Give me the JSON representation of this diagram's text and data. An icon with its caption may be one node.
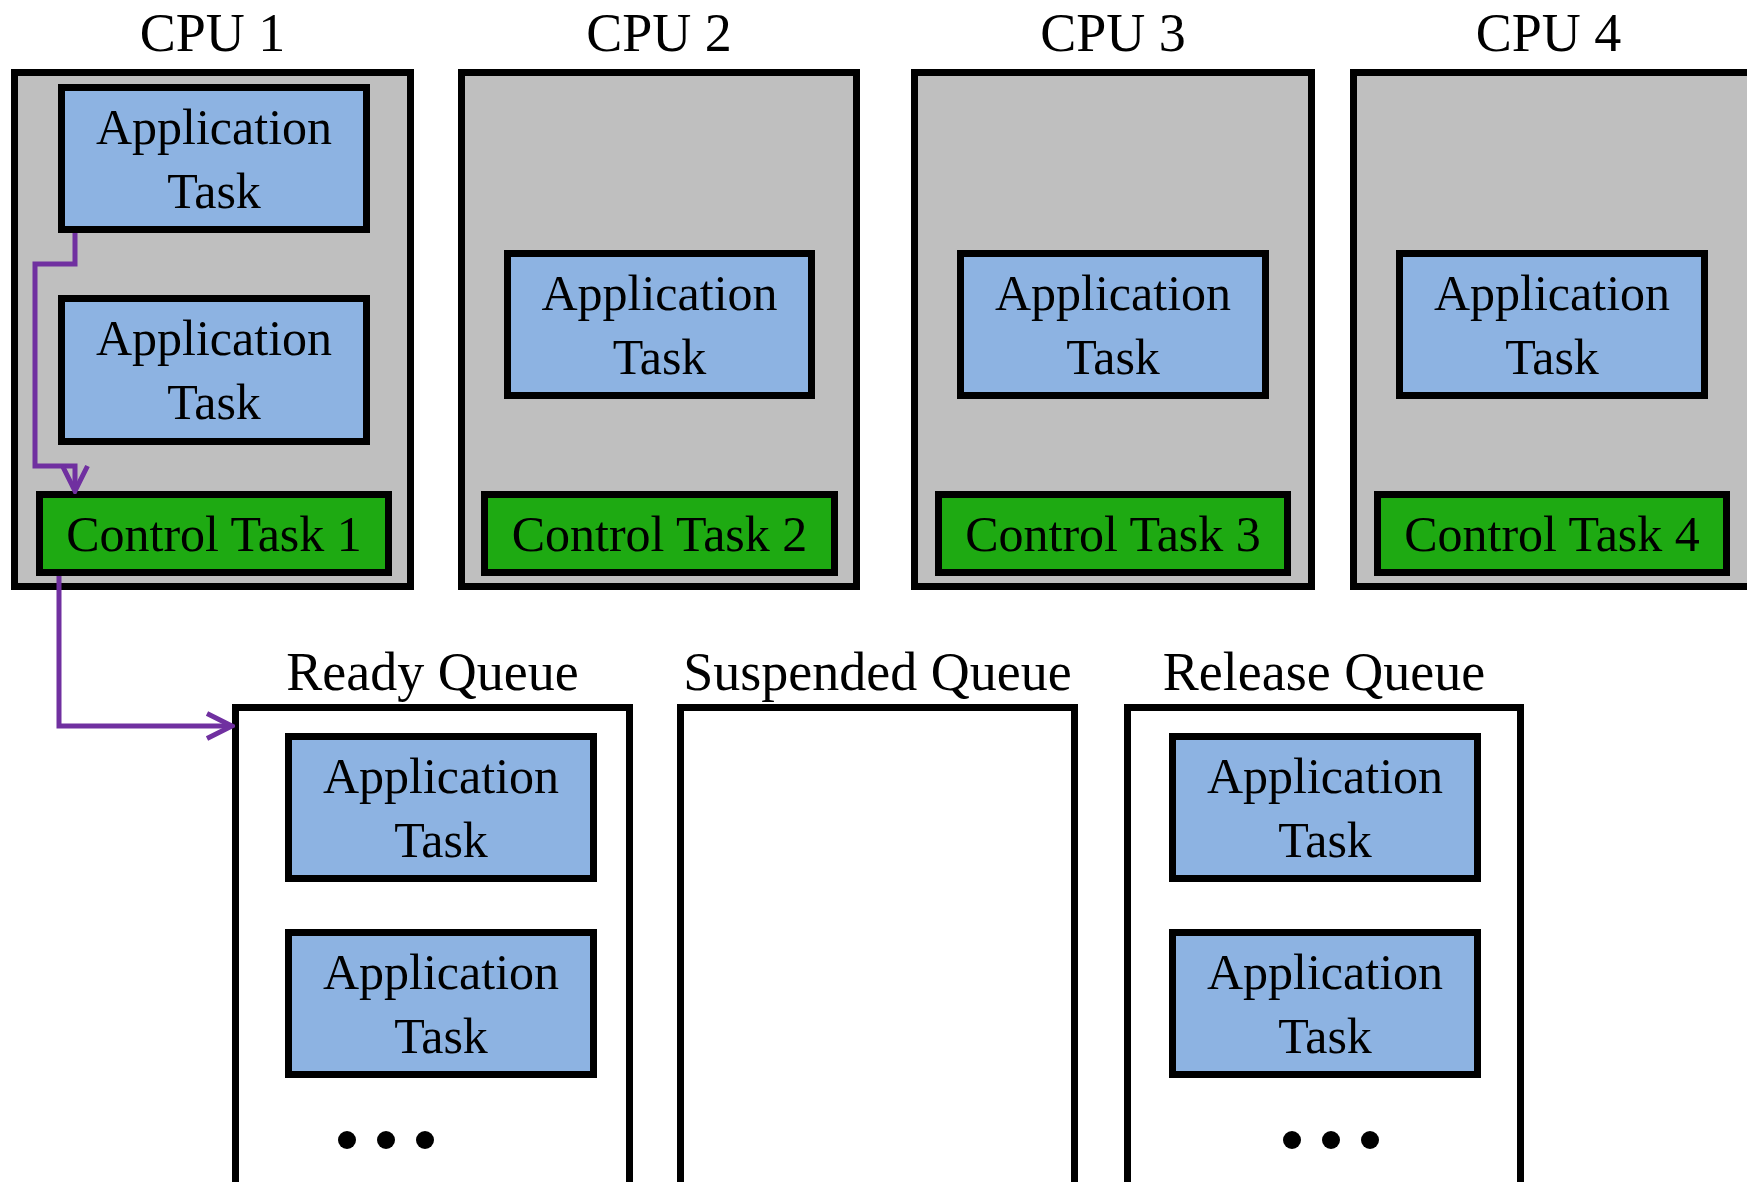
{
  "diagram": {
    "nodes": [
      {
        "text": [
          "CPU 1"
        ]
      },
      {
        "text": [
          "Application Task"
        ],
        "in": 0
      },
      {
        "text": [
          "Application Task"
        ],
        "in": 0
      },
      {
        "text": [
          "Control Task 1"
        ],
        "in": 0
      },
      {
        "text": [
          "CPU 2"
        ]
      },
      {
        "text": [
          "Application Task"
        ],
        "in": 4
      },
      {
        "text": [
          "Control Task 2"
        ],
        "in": 4
      },
      {
        "text": [
          "CPU 3"
        ]
      },
      {
        "text": [
          "Application Task"
        ],
        "in": 7
      },
      {
        "text": [
          "Control Task 3"
        ],
        "in": 7
      },
      {
        "text": [
          "CPU 4"
        ]
      },
      {
        "text": [
          "Application Task"
        ],
        "in": 10
      },
      {
        "text": [
          "Control Task 4"
        ],
        "in": 10
      },
      {
        "text": [
          "Ready Queue"
        ]
      },
      {
        "text": [
          "Application Task"
        ],
        "in": 13
      },
      {
        "text": [
          "Application Task"
        ],
        "in": 13
      },
      {
        "text": [
          "Suspended Queue"
        ]
      },
      {
        "text": [
          "Release Queue"
        ]
      },
      {
        "text": [
          "Application Task"
        ],
        "in": 17
      },
      {
        "text": [
          "Application Task"
        ],
        "in": 17
      }
    ],
    "edges": [
      {
        "from": 1,
        "to": 3,
        "arrow": "to"
      },
      {
        "from": 3,
        "to": 13,
        "arrow": "to"
      }
    ]
  }
}
